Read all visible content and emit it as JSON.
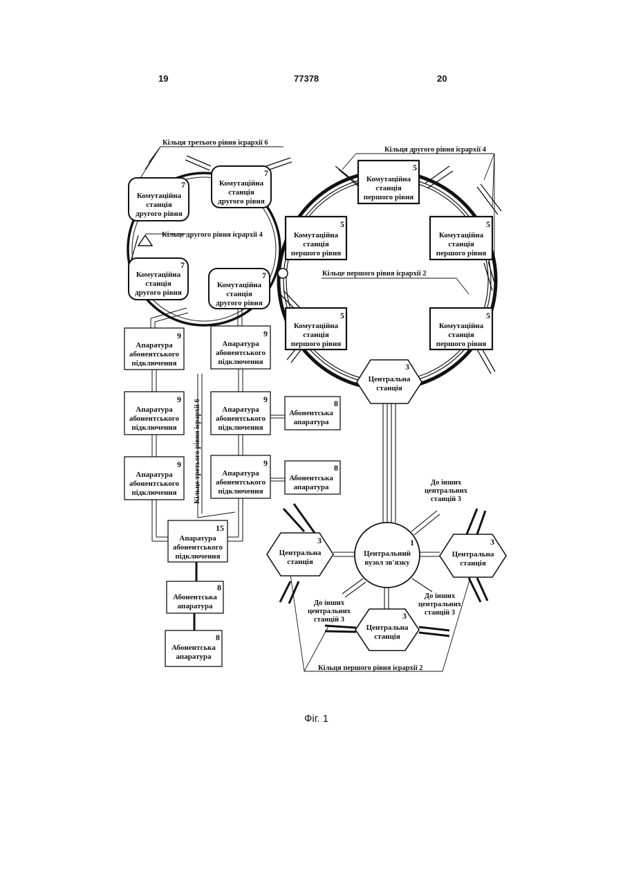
{
  "header": {
    "left_page": "19",
    "doc_number": "77378",
    "right_page": "20"
  },
  "figure_caption": "Фіг. 1",
  "labels": {
    "rings_level3_top": "Кільця третього рівня ієрархії  6",
    "rings_level2_top": "Кільця другого рівня ієрархії  4",
    "ring_level2_left": "Кільце другого рівня ієрархії  4",
    "ring_level1": "Кільце першого рівня ієрархії  2",
    "ring_level3_vertical": "Кільце третього рівня ієрархії  6",
    "rings_level1_bottom": "Кільця першого рівня ієрархії  2",
    "to_other_1": [
      "До інших",
      "центральних",
      "станцій  3"
    ],
    "to_other_2": [
      "До інших",
      "центральних",
      "станцій  3"
    ],
    "to_other_3": [
      "До інших",
      "центральних",
      "станцій  3"
    ]
  },
  "level1_stations": [
    {
      "num": "5",
      "lines": [
        "Комутаційна",
        "станція",
        "першого рівня"
      ]
    },
    {
      "num": "5",
      "lines": [
        "Комутаційна",
        "станція",
        "першого рівня"
      ]
    },
    {
      "num": "5",
      "lines": [
        "Комутаційна",
        "станція",
        "першого рівня"
      ]
    },
    {
      "num": "5",
      "lines": [
        "Комутаційна",
        "станція",
        "першого рівня"
      ]
    },
    {
      "num": "5",
      "lines": [
        "Комутаційна",
        "станція",
        "першого рівня"
      ]
    }
  ],
  "level2_stations": [
    {
      "num": "7",
      "lines": [
        "Комутаційна",
        "станція",
        "другого рівня"
      ]
    },
    {
      "num": "7",
      "lines": [
        "Комутаційна",
        "станція",
        "другого рівня"
      ]
    },
    {
      "num": "7",
      "lines": [
        "Комутаційна",
        "станція",
        "другого рівня"
      ]
    },
    {
      "num": "7",
      "lines": [
        "Комутаційна",
        "станція",
        "другого рівня"
      ]
    }
  ],
  "access_units": [
    {
      "num": "9",
      "lines": [
        "Апаратура",
        "абонентського",
        "підключення"
      ]
    },
    {
      "num": "9",
      "lines": [
        "Апаратура",
        "абонентського",
        "підключення"
      ]
    },
    {
      "num": "9",
      "lines": [
        "Апаратура",
        "абонентського",
        "підключення"
      ]
    },
    {
      "num": "9",
      "lines": [
        "Апаратура",
        "абонентського",
        "підключення"
      ]
    },
    {
      "num": "9",
      "lines": [
        "Апаратура",
        "абонентського",
        "підключення"
      ]
    },
    {
      "num": "9",
      "lines": [
        "Апаратура",
        "абонентського",
        "підключення"
      ]
    },
    {
      "num": "15",
      "lines": [
        "Апаратура",
        "абонентського",
        "підключення"
      ]
    }
  ],
  "subscriber_units": [
    {
      "num": "8",
      "lines": [
        "Абонентська",
        "апаратура"
      ]
    },
    {
      "num": "8",
      "lines": [
        "Абонентська",
        "апаратура"
      ]
    },
    {
      "num": "8",
      "lines": [
        "Абонентська",
        "апаратура"
      ]
    },
    {
      "num": "8",
      "lines": [
        "Абонентська",
        "апаратура"
      ]
    }
  ],
  "central_stations": [
    {
      "num": "3",
      "lines": [
        "Центральна",
        "станція"
      ]
    },
    {
      "num": "3",
      "lines": [
        "Центральна",
        "станція"
      ]
    },
    {
      "num": "3",
      "lines": [
        "Центральна",
        "станція"
      ]
    },
    {
      "num": "3",
      "lines": [
        "Центральна",
        "станція"
      ]
    }
  ],
  "central_node": {
    "num": "1",
    "lines": [
      "Центральний",
      "вузол зв'язку"
    ]
  }
}
